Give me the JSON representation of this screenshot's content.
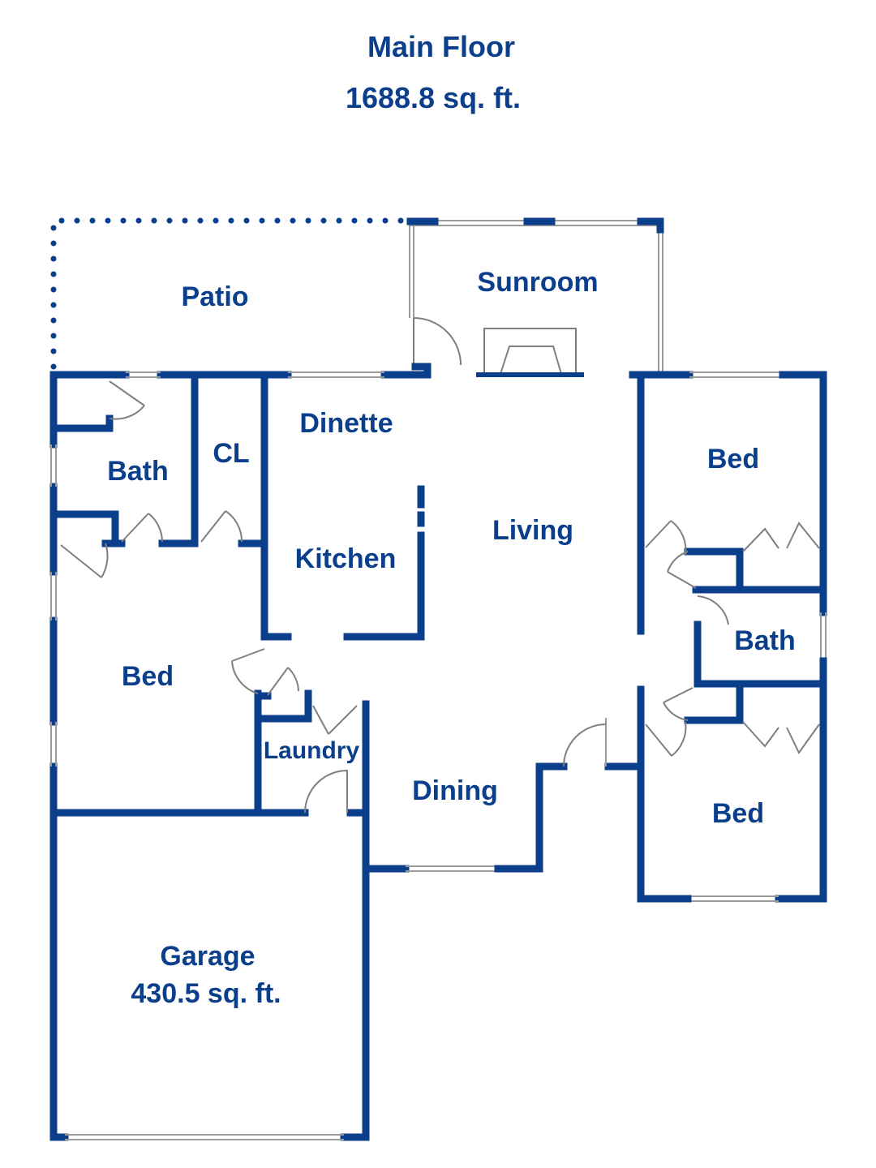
{
  "header": {
    "title": "Main Floor",
    "area": "1688.8 sq. ft."
  },
  "rooms": {
    "patio": "Patio",
    "sunroom": "Sunroom",
    "dinette": "Dinette",
    "bath_left": "Bath",
    "closet": "CL",
    "kitchen": "Kitchen",
    "living": "Living",
    "bed_left": "Bed",
    "laundry": "Laundry",
    "dining": "Dining",
    "bed_right_top": "Bed",
    "bath_right": "Bath",
    "bed_right_bottom": "Bed",
    "garage": "Garage",
    "garage_area": "430.5 sq. ft."
  },
  "colors": {
    "wall": "#0b3f8c",
    "label": "#0b3f8c",
    "window": "#9a9a9a"
  }
}
